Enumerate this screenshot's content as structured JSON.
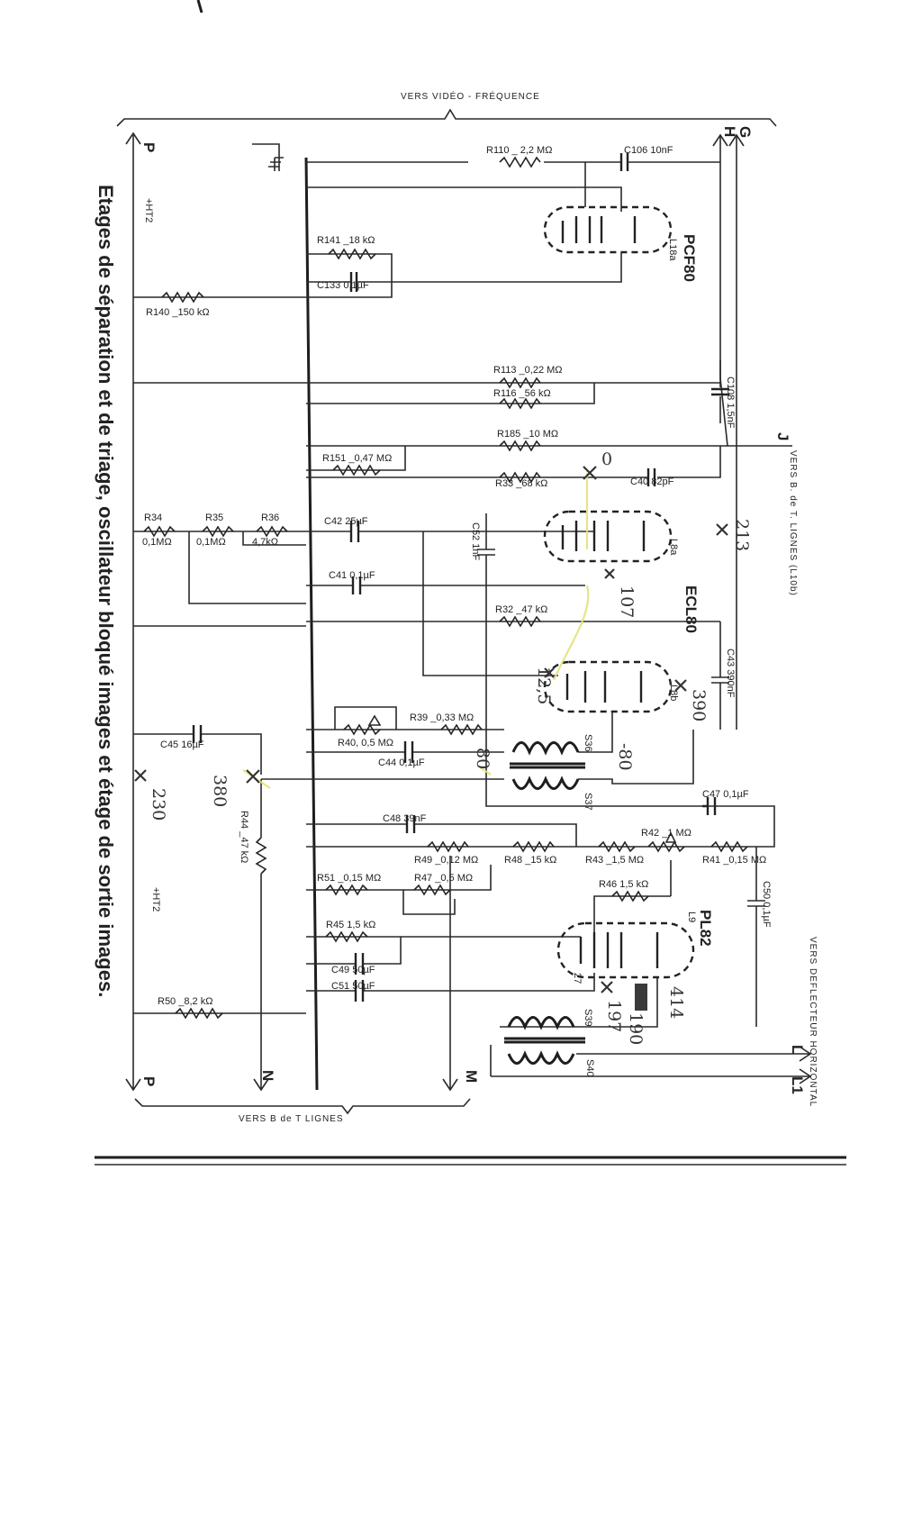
{
  "header": {
    "top_note": "VERS VIDÉO - FRÉQUENCE",
    "bottom_note": "VERS B de T LIGNES"
  },
  "caption": "Etages de séparation et de triage, oscillateur bloqué images et étage de sortie images.",
  "tubes": [
    {
      "name": "PCF80",
      "ref": "L18a"
    },
    {
      "name": "ECL80",
      "ref": "L8a"
    },
    {
      "name": "",
      "ref": "L8b"
    },
    {
      "name": "PL82",
      "ref": "L9"
    }
  ],
  "connectors": {
    "P_top": "P",
    "P_bottom": "P",
    "G": "G",
    "H": "H",
    "J": "J",
    "N": "N",
    "M": "M",
    "L": "L",
    "L1": "L1"
  },
  "side_notes": {
    "ht_top": "+HT2",
    "ht_bottom": "+HT2",
    "lignes": "VERS B. de T. LIGNES (L10b)",
    "deflecteur": "VERS DEFLECTEUR HORIZONTAL"
  },
  "components": {
    "R110": "R110 _ 2,2 MΩ",
    "C106": "C106 10nF",
    "R141": "R141 _18 kΩ",
    "C133": "C133 0,1µF",
    "R140": "R140 _150 kΩ",
    "R113": "R113 _0,22 MΩ",
    "R116": "R116 _56 kΩ",
    "C108": "C108 1,5nF",
    "R185": "R185 _10 MΩ",
    "R151": "R151 _0,47 MΩ",
    "R33": "R33 _68 kΩ",
    "C40": "C40 82pF",
    "R34": "R34",
    "R34v": "0,1MΩ",
    "R35": "R35",
    "R35v": "0,1MΩ",
    "R36": "R36",
    "R36v": "4,7kΩ",
    "C42": "C42 25µF",
    "C52": "C52 1nF",
    "C41": "C41 0,1µF",
    "R32": "R32 _47 kΩ",
    "C43": "C43 390nF",
    "R39": "R39 _0,33 MΩ",
    "R40": "R40, 0,5 MΩ",
    "C45": "C45 16µF",
    "C44": "C44 0,1µF",
    "S36": "S36",
    "S37": "S37",
    "R44": "R44 _47 kΩ",
    "C47": "C47 0,1µF",
    "C48": "C48 39nF",
    "R42": "R42 _1 MΩ",
    "R49": "R49 _0,12 MΩ",
    "R48": "R48 _15 kΩ",
    "R43": "R43 _1,5 MΩ",
    "R41": "R41 _0,15 MΩ",
    "R51": "R51 _0,15 MΩ",
    "R47": "R47 _0,5 MΩ",
    "R46": "R46 1,5 kΩ",
    "C50": "C50 0,1µF",
    "R45": "R45 1,5 kΩ",
    "C49": "C49 50µF",
    "C51": "C51 50µF",
    "R50": "R50 _8,2 kΩ",
    "S39": "S39",
    "S40": "S40"
  },
  "handwritten": {
    "v0": "0",
    "v213": "213",
    "v107": "107",
    "v125": "12,5",
    "v390": "390",
    "v80a": "-80",
    "v80b": "80",
    "v230": "230",
    "v380": "380",
    "v414": "414",
    "v190": "190",
    "v197": "197",
    "v27": "27"
  },
  "colors": {
    "ink": "#222222",
    "highlight": "#e6e07a",
    "paper": "#ffffff"
  }
}
